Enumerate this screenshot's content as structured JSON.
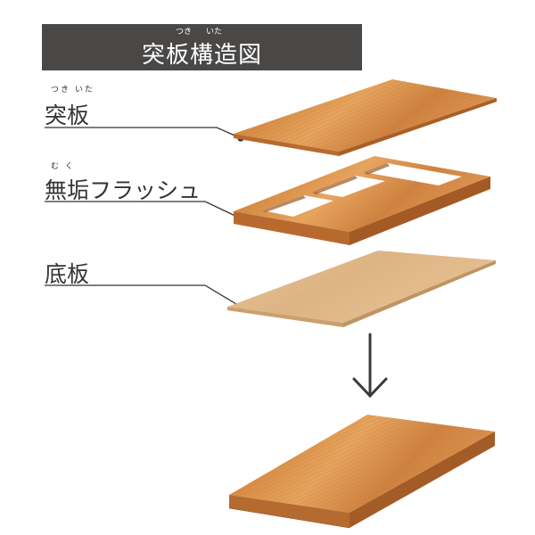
{
  "title": {
    "text": "突板構造図",
    "ruby_tsuki": "つき",
    "ruby_ita": "いた"
  },
  "layers": [
    {
      "label": "突板",
      "ruby": "つき いた"
    },
    {
      "label": "無垢フラッシュ",
      "ruby": "む く"
    },
    {
      "label": "底板",
      "ruby": ""
    }
  ],
  "colors": {
    "title_bg": "#4a4847",
    "wood_top": "#d9904a",
    "wood_side": "#b86a2e",
    "mdf_top": "#e2bc8c",
    "arrow": "#3a3a3a"
  },
  "icons": {
    "arrow": "arrow-down-icon"
  }
}
